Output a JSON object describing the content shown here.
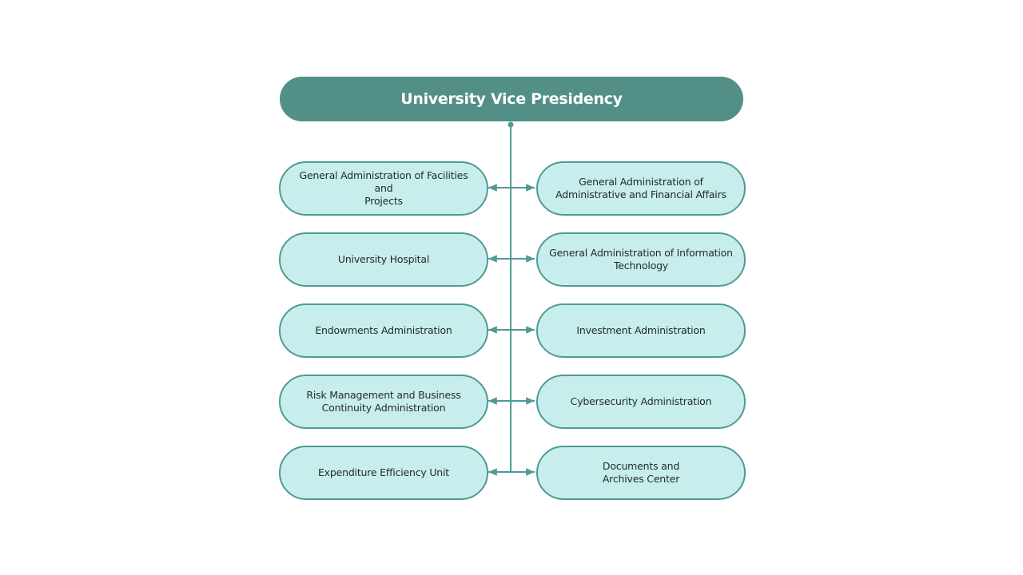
{
  "diagram": {
    "root": {
      "label": "University Vice Presidency"
    },
    "left_nodes": [
      {
        "label": "General Administration of Facilities and\nProjects"
      },
      {
        "label": "University Hospital"
      },
      {
        "label": "Endowments Administration"
      },
      {
        "label": "Risk Management and Business\nContinuity Administration"
      },
      {
        "label": "Expenditure Efficiency  Unit"
      }
    ],
    "right_nodes": [
      {
        "label": "General Administration of\nAdministrative and Financial Affairs"
      },
      {
        "label": "General Administration of Information\nTechnology"
      },
      {
        "label": "Investment Administration"
      },
      {
        "label": "Cybersecurity Administration"
      },
      {
        "label": "Documents and\nArchives Center"
      }
    ],
    "colors": {
      "root_fill": "#528f87",
      "node_fill": "#c7eeec",
      "node_border": "#4f9a96",
      "connector": "#4f9a96"
    }
  }
}
